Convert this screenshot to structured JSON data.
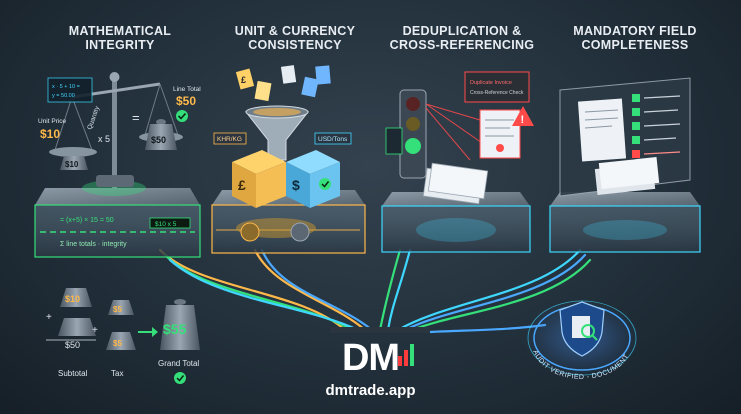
{
  "sections": [
    {
      "title_line1": "MATHEMATICAL",
      "title_line2": "INTEGRITY"
    },
    {
      "title_line1": "UNIT & CURRENCY",
      "title_line2": "CONSISTENCY"
    },
    {
      "title_line1": "DEDUPLICATION &",
      "title_line2": "CROSS-REFERENCING"
    },
    {
      "title_line1": "MANDATORY FIELD",
      "title_line2": "COMPLETENESS"
    }
  ],
  "math": {
    "unit_price_label": "Unit Price",
    "unit_price_value": "$10",
    "quantity_label": "Quantity",
    "quantity_value": "x 5",
    "line_total_label": "Line Total",
    "line_total_value": "$50",
    "equals_sign": "=",
    "right_weight_value": "$50",
    "left_weight_value": "$10"
  },
  "units": {
    "unit_left": "KHR/KG",
    "unit_right": "USD/Tons",
    "currency_symbol_left": "£",
    "currency_symbol_right": "$"
  },
  "totals": {
    "subtotal_weight_a": "$10",
    "subtotal_weight_b": "$50",
    "tax_weight_a": "$5",
    "tax_weight_b": "$5",
    "grand_total_value": "$55",
    "subtotal_label": "Subtotal",
    "tax_label": "Tax",
    "grand_total_label": "Grand Total",
    "plus_sign": "+"
  },
  "badge": {
    "text": "AUDIT VERIFIED - DOCUMENT"
  },
  "brand": {
    "logo_text": "DM",
    "url": "dmtrade.app"
  },
  "colors": {
    "green": "#35e07a",
    "cyan": "#3fd7ff",
    "orange": "#ffb84a",
    "red": "#ff4a4a",
    "blue": "#4aa8ff"
  }
}
